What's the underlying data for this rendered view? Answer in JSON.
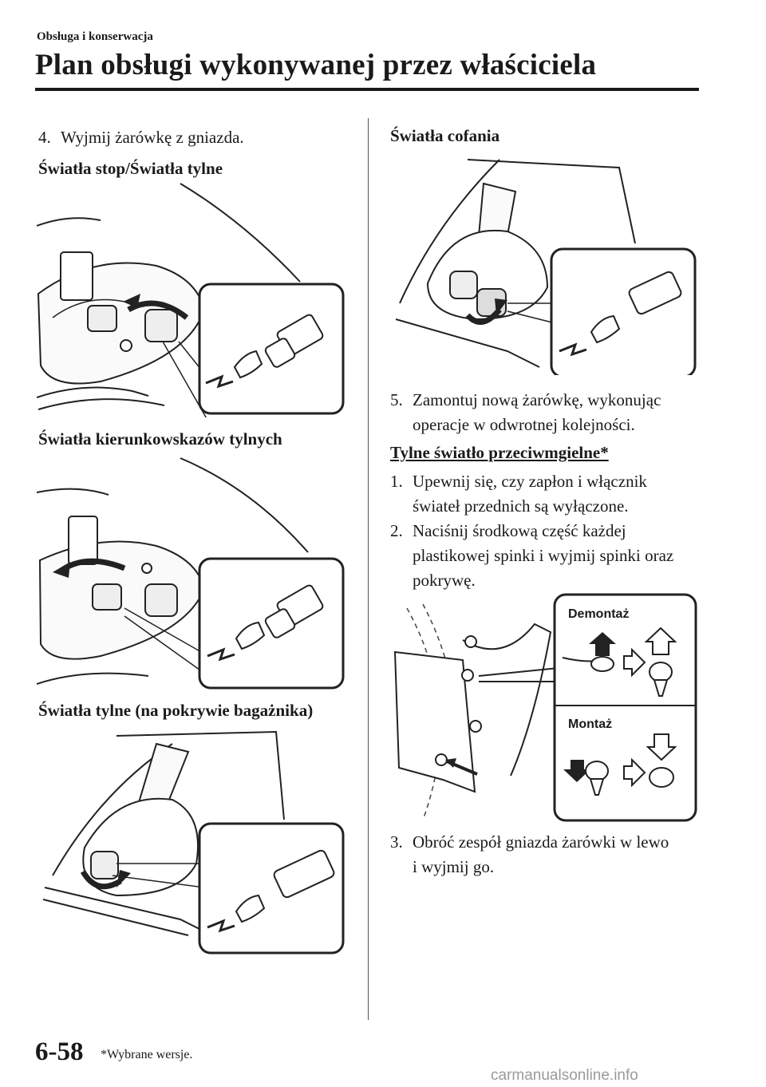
{
  "header": {
    "section": "Obsługa i konserwacja",
    "title": "Plan obsługi wykonywanej przez właściciela"
  },
  "left_column": {
    "step4": {
      "number": "4.",
      "text": "Wyjmij żarówkę z gniazda."
    },
    "heading1": "Światła stop/Światła tylne",
    "heading2": "Światła kierunkowskazów tylnych",
    "heading3": "Światła tylne (na pokrywie bagażnika)"
  },
  "right_column": {
    "heading_reverse": "Światła cofania",
    "step5": {
      "number": "5.",
      "line1": "Zamontuj nową żarówkę, wykonując",
      "line2": "operacje w odwrotnej kolejności."
    },
    "fog_title": "Tylne światło przeciwmgielne*",
    "fog_steps": [
      {
        "number": "1.",
        "lines": [
          "Upewnij się, czy zapłon i włącznik",
          "świateł przednich są wyłączone."
        ]
      },
      {
        "number": "2.",
        "lines": [
          "Naciśnij środkową część każdej",
          "plastikowej spinki i wyjmij spinki oraz",
          "pokrywę."
        ]
      },
      {
        "number": "3.",
        "lines": [
          "Obróć zespół gniazda żarówki w lewo",
          "i wyjmij go."
        ]
      }
    ],
    "clip_labels": {
      "removal": "Demontaż",
      "install": "Montaż"
    }
  },
  "footer": {
    "page_number": "6-58",
    "note": "*Wybrane wersje.",
    "watermark": "carmanualsonline.info"
  }
}
